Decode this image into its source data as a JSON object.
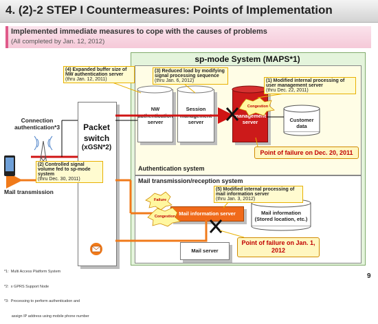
{
  "title": "4. (2)-2 STEP I Countermeasures: Points of Implementation",
  "subtitle": "Implemented immediate measures to cope with the causes of problems",
  "subtitle_note": "(All completed by Jan. 12, 2012)",
  "sp_mode_title": "sp-mode System (MAPS*1)",
  "auth_label": "Authentication system",
  "mail_sys_label": "Mail transmission/reception system",
  "packet_switch": {
    "name": "Packet switch",
    "sub": "(xGSN*2)"
  },
  "left_labels": {
    "connection_auth": "Connection authentication*3",
    "mail_transmission": "Mail transmission"
  },
  "servers": {
    "nw_auth": "NW\nauthentication\nserver",
    "session_mgmt": "Session\nmanagement\nserver",
    "user_mgmt": "User\nmanagement\nserver",
    "customer_data": "Customer\ndata",
    "mail_info": "Mail information server",
    "mail_info_db": "Mail information\n(Stored location, etc.)",
    "mail_server": "Mail server"
  },
  "callouts": {
    "c4": {
      "title": "(4) Expanded buffer size of NW authentication server",
      "date": "(thru Jan. 12, 2011)"
    },
    "c3": {
      "title": "(3) Reduced load by modifying signal processing sequence",
      "date": "(thru Jan. 6, 2012)"
    },
    "c1": {
      "title": "(1) Modified internal processing of user management server",
      "date": "(thru Dec. 22, 2011)"
    },
    "c2": {
      "title": "(2) Controlled signal volume fed to sp-mode system",
      "date": "(thru Dec. 30, 2011)"
    },
    "c5": {
      "title": "(5) Modified internal processing of mail information server",
      "date": "(thru Jan. 3, 2012)"
    }
  },
  "failure_points": {
    "auth": "Point of failure on Dec. 20, 2011",
    "mail_line1": "Point of failure on Jan. 1,",
    "mail_line2": "2012"
  },
  "bursts": {
    "congestion_top": "Congestion",
    "failure": "Failure",
    "congestion_mail": "Congestion"
  },
  "footnotes": [
    "*1:  Multi Access Platform System",
    "*2:  x GPRS Support Node",
    "*3:  Processing to perform authentication and",
    "       assign IP address using mobile phone number"
  ],
  "page_number": "9",
  "colors": {
    "red_path": "#d01414",
    "orange_path": "#f07a1a",
    "sp_mode_bg": "#e4f4dc",
    "callout_bg": "#fffbd0"
  }
}
